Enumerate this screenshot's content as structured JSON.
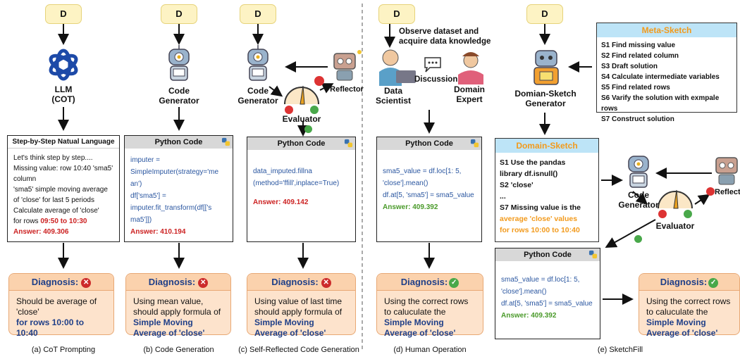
{
  "d_label": "D",
  "panel_a": {
    "model_label": "LLM\n(COT)",
    "card_title": "Step-by-Step Natual Language",
    "lines": [
      "Let's think step by step....",
      "Missing value: row 10:40 'sma5' column",
      "'sma5' simple moving average of 'close' for last 5 periods",
      "Calculate average of 'close'",
      "for rows "
    ],
    "rows_highlight": "09:50 to 10:30",
    "answer": "Answer: 409.306",
    "diag_title": "Diagnosis:",
    "diag_text": "Should be average of 'close'",
    "diag_bold": "for rows 10:00 to 10:40",
    "caption": "(a) CoT Prompting"
  },
  "panel_b": {
    "agent_label": "Code\nGenerator",
    "card_title": "Python Code",
    "code": [
      "imputer =",
      "SimpleImputer(strategy='me",
      "an')",
      "df['sma5'] =",
      "imputer.fit_transform(df[['s",
      "ma5']])"
    ],
    "answer": "Answer: 410.194",
    "diag_title": "Diagnosis:",
    "diag_text": "Using mean value, should apply formula of",
    "diag_bold": "Simple Moving Average of 'close'",
    "caption": "(b) Code Generation"
  },
  "panel_c": {
    "agent_label": "Code\nGenerator",
    "reflector_label": "Reflector",
    "evaluator_label": "Evaluator",
    "card_title": "Python Code",
    "code": [
      "data_imputed.fillna",
      "(method='ffill',inplace=True)"
    ],
    "answer": "Answer: 409.142",
    "diag_title": "Diagnosis:",
    "diag_text": "Using value of last time should apply formula of",
    "diag_bold": "Simple Moving Average of 'close'",
    "caption": "(c) Self-Reflected Code Generation"
  },
  "panel_d": {
    "observe_text": "Observe dataset and\nacquire data knowledge",
    "scientist_label": "Data\nScientist",
    "discussion_label": "Discussion",
    "expert_label": "Domain\nExpert",
    "card_title": "Python Code",
    "code": [
      "sma5_value = df.loc[1: 5,",
      "'close'].mean()",
      "df.at[5, 'sma5'] = sma5_value"
    ],
    "answer": "Answer: 409.392",
    "diag_title": "Diagnosis:",
    "diag_text": "Using the correct rows to caluculate the",
    "diag_bold": "Simple Moving Average of 'close'",
    "caption": "(d) Human Operation"
  },
  "panel_e": {
    "meta_title": "Meta-Sketch",
    "meta_steps": [
      "S1 Find missing value",
      "S2 Find related column",
      "S3 Draft solution",
      "S4 Calculate intermediate variables",
      "S5 Find related rows",
      "S6 Varify the solution with exmpale rows",
      "S7 Construct solution"
    ],
    "generator_label": "Domian-Sketch\nGenerator",
    "domain_title": "Domain-Sketch",
    "domain_lines": [
      "S1 Use the pandas",
      "library df.isnull()",
      "S2 'close'",
      "...",
      "S7 Missing value is the"
    ],
    "domain_orange": [
      "average 'close' values",
      "for rows 10:00 to 10:40"
    ],
    "code_gen_label": "Code\nGenerator",
    "reflector_label": "Reflector",
    "evaluator_label": "Evaluator",
    "card_title": "Python Code",
    "code": [
      "sma5_value = df.loc[1: 5,",
      "'close'].mean()",
      "df.at[5, 'sma5'] = sma5_value"
    ],
    "answer": "Answer: 409.392",
    "diag_title": "Diagnosis:",
    "diag_text": "Using the correct rows to caluculate the",
    "diag_bold": "Simple Moving Average of 'close'",
    "caption": "(e) SketchFill"
  }
}
